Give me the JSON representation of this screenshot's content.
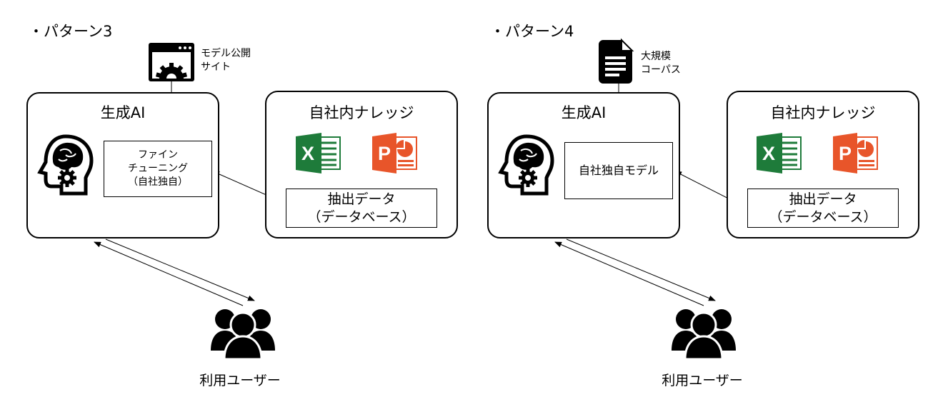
{
  "pattern3": {
    "heading": "・パターン3",
    "source_label_line1": "モデル公開",
    "source_label_line2": "サイト",
    "ai_title": "生成AI",
    "inner_line1": "ファイン",
    "inner_line2": "チューニング",
    "inner_line3": "（自社独自）",
    "knowledge_title": "自社内ナレッジ",
    "extract_line1": "抽出データ",
    "extract_line2": "（データベース）",
    "users_label": "利用ユーザー"
  },
  "pattern4": {
    "heading": "・パターン4",
    "source_label_line1": "大規模",
    "source_label_line2": "コーパス",
    "ai_title": "生成AI",
    "inner_line1": "自社独自モデル",
    "knowledge_title": "自社内ナレッジ",
    "extract_line1": "抽出データ",
    "extract_line2": "（データベース）",
    "users_label": "利用ユーザー"
  },
  "icons": {
    "excel_letter": "X",
    "ppt_letter": "P"
  },
  "colors": {
    "excel_green": "#1e7b3a",
    "ppt_orange": "#e8552a",
    "ink": "#000000"
  }
}
